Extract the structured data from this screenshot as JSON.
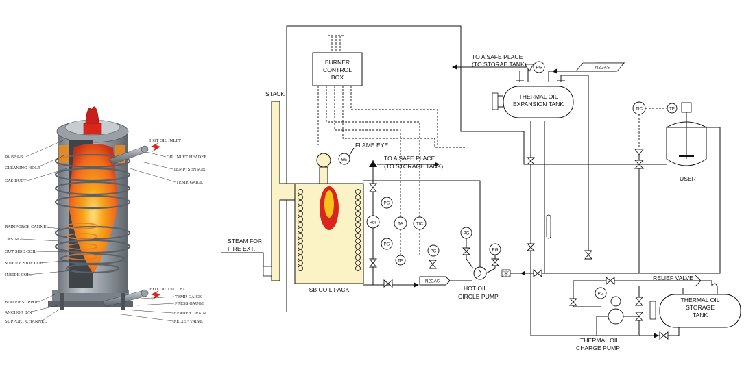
{
  "colors": {
    "flame_red": "#d9251c",
    "flame_orange": "#f26a1b",
    "flame_yellow": "#f7c21a",
    "boiler_steel": "#8f959c",
    "pack_fill": "#fbf3c6",
    "stack_fill": "#fbf3c6",
    "arrow_red": "#d9251c"
  },
  "cutaway": {
    "labels_left": [
      "BURNER",
      "CLEANING HOLE",
      "GAS DUCT",
      "RAINFORCE CANNEL",
      "CASING",
      "OUT SIDE COIL",
      "MIDDLE SIDE COIL",
      "INSIDE COIL",
      "BOILER SUPPORT",
      "ANCHOR B/N",
      "SUPPORT CHANNEL"
    ],
    "labels_right": [
      "HOT OIL INLET",
      "OIL INLET HEADER",
      "TEMP' SENSOR",
      "TEMP. GAIGE",
      "HOT OIL OUTLET",
      "TEMP. GAIGE",
      "PRESS.GAUGE",
      "HEADER DRAIN",
      "RELIEF VALVE"
    ]
  },
  "schematic": {
    "burner_control_box": [
      "BURNER",
      "CONTROL",
      "BOX"
    ],
    "stack": "STACK",
    "flame_eye": "FLAME EYE",
    "be": "BE",
    "safe_place_1": [
      "TO A SAFE PLACE",
      "(TO STORAGE TANK)"
    ],
    "safe_place_2": [
      "TO A SAFE PLACE",
      "(TO STORAE TANK)"
    ],
    "n2gas_top": "N2GAS",
    "n2gas_bottom": "N2GAS",
    "expansion_tank": [
      "THERMAL OIL",
      "EXPANSION TANK"
    ],
    "steam": [
      "STEAM FOR",
      "FIRE EXT."
    ],
    "coil_pack": "SB COIL PACK",
    "instruments": {
      "pg": "PG",
      "pds": "Pds",
      "ta": "TA",
      "tic": "TIC",
      "te": "TE"
    },
    "hot_oil_pump": [
      "HOT OIL",
      "CIRCLE PUMP"
    ],
    "user": "USER",
    "relief_valve": "RELIEF VALVE",
    "storage_tank": [
      "THERMAL OIL",
      "STORAGE",
      "TANK"
    ],
    "charge_pump": [
      "THERMAL OIL",
      "CHARGE PUMP"
    ]
  }
}
